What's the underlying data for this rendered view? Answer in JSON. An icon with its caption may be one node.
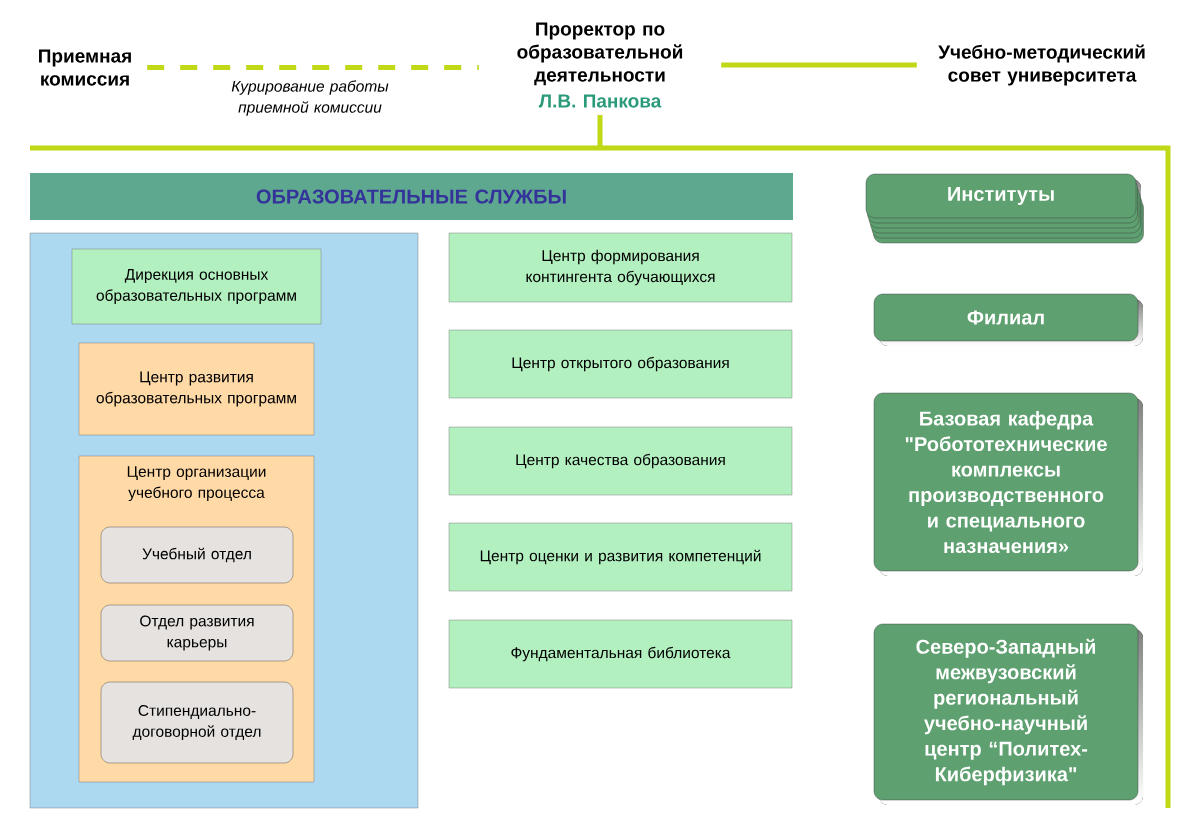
{
  "diagram": {
    "nodes": [
      {
        "text": [
          "Приемная комиссия"
        ]
      },
      {
        "text": [
          "Проректор по образовательной деятельности",
          "Л.В. Панкова"
        ]
      },
      {
        "text": [
          "Учебно-методический совет университета"
        ]
      },
      {
        "text": [
          "ОБРАЗОВАТЕЛЬНЫЕ СЛУЖБЫ"
        ]
      },
      {
        "text": [],
        "shape": "box"
      },
      {
        "text": [
          "Дирекция основных образовательных программ"
        ],
        "in": 4
      },
      {
        "text": [
          "Центр развития образовательных программ"
        ],
        "in": 4
      },
      {
        "text": [
          "Центр организации учебного процесса"
        ],
        "in": 4
      },
      {
        "text": [
          "Учебный отдел"
        ],
        "in": 7
      },
      {
        "text": [
          "Отдел развития карьеры"
        ],
        "in": 7
      },
      {
        "text": [
          "Стипендиально-договорной отдел"
        ],
        "in": 7
      },
      {
        "text": [
          "Центр формирования контингента обучающихся"
        ]
      },
      {
        "text": [
          "Центр открытого образования"
        ]
      },
      {
        "text": [
          "Центр качества образования"
        ]
      },
      {
        "text": [
          "Центр оценки и развития компетенций"
        ]
      },
      {
        "text": [
          "Фундаментальная библиотека"
        ]
      },
      {
        "text": [
          "Институты"
        ]
      },
      {
        "text": [
          "Филиал"
        ]
      },
      {
        "text": [
          "Базовая кафедра \"Робототехнические комплексы производственного и специального назначения»"
        ]
      },
      {
        "text": [
          "Северо-Западный межвузовский региональный учебно-научный центр “Политех-Киберфизика\""
        ]
      }
    ],
    "edges": [
      {
        "from": 0,
        "to": 1,
        "arrow": "none",
        "style": "dashed",
        "label": "Курирование работы приемной комиссии"
      },
      {
        "from": 1,
        "to": 2,
        "arrow": "none"
      }
    ]
  }
}
